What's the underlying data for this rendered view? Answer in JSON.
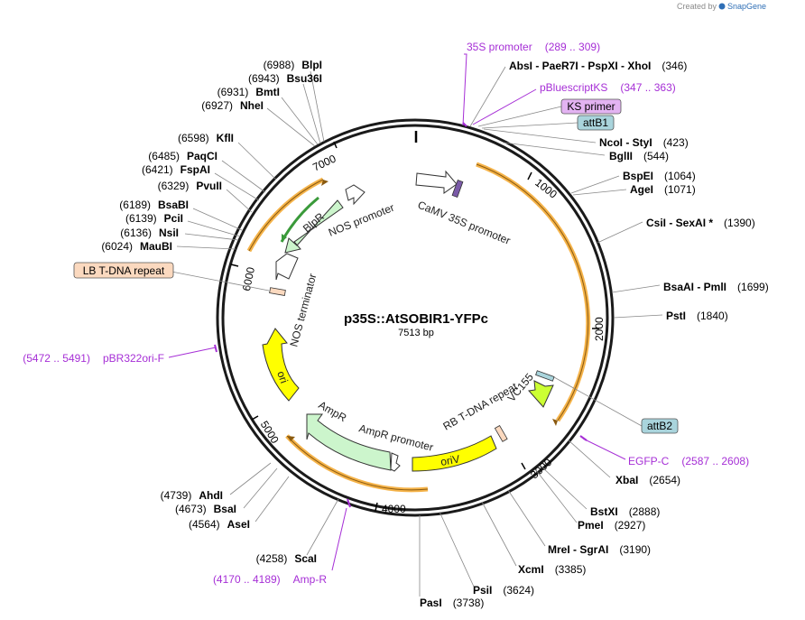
{
  "credit": {
    "prefix": "Created by",
    "brand": "SnapGene"
  },
  "plasmid": {
    "name": "p35S::AtSOBIR1-YFPc",
    "length_label": "7513 bp",
    "length": 7513
  },
  "ticks": [
    "1000",
    "2000",
    "3000",
    "4000",
    "5000",
    "6000",
    "7000"
  ],
  "sites": [
    {
      "pos": "(6988)",
      "name": "BlpI"
    },
    {
      "pos": "(6943)",
      "name": "Bsu36I"
    },
    {
      "pos": "(6931)",
      "name": "BmtI"
    },
    {
      "pos": "(6927)",
      "name": "NheI"
    },
    {
      "pos": "(6598)",
      "name": "KflI"
    },
    {
      "pos": "(6485)",
      "name": "PaqCI"
    },
    {
      "pos": "(6421)",
      "name": "FspAI"
    },
    {
      "pos": "(6329)",
      "name": "PvuII"
    },
    {
      "pos": "(6189)",
      "name": "BsaBI"
    },
    {
      "pos": "(6139)",
      "name": "PciI"
    },
    {
      "pos": "(6136)",
      "name": "NsiI"
    },
    {
      "pos": "(6024)",
      "name": "MauBI"
    },
    {
      "pos": "(4739)",
      "name": "AhdI"
    },
    {
      "pos": "(4673)",
      "name": "BsaI"
    },
    {
      "pos": "(4564)",
      "name": "AseI"
    },
    {
      "pos": "(4258)",
      "name": "ScaI"
    },
    {
      "pos": "(346)",
      "name": "AbsI - PaeR7I - PspXI - XhoI"
    },
    {
      "pos": "(423)",
      "name": "NcoI - StyI"
    },
    {
      "pos": "(544)",
      "name": "BglII"
    },
    {
      "pos": "(1064)",
      "name": "BspEI"
    },
    {
      "pos": "(1071)",
      "name": "AgeI"
    },
    {
      "pos": "(1390)",
      "name": "CsiI - SexAI *"
    },
    {
      "pos": "(1699)",
      "name": "BsaAI - PmlI"
    },
    {
      "pos": "(1840)",
      "name": "PstI"
    },
    {
      "pos": "(2654)",
      "name": "XbaI"
    },
    {
      "pos": "(2888)",
      "name": "BstXI"
    },
    {
      "pos": "(2927)",
      "name": "PmeI"
    },
    {
      "pos": "(3190)",
      "name": "MreI - SgrAI"
    },
    {
      "pos": "(3385)",
      "name": "XcmI"
    },
    {
      "pos": "(3624)",
      "name": "PsiI"
    },
    {
      "pos": "(3738)",
      "name": "PasI"
    }
  ],
  "primers": [
    {
      "name": "35S promoter",
      "range": "(289 .. 309)"
    },
    {
      "name": "pBluescriptKS",
      "range": "(347 .. 363)"
    },
    {
      "name": "EGFP-C",
      "range": "(2587 .. 2608)"
    },
    {
      "name": "pBR322ori-F",
      "range": "(5472 .. 5491)"
    },
    {
      "name": "Amp-R",
      "range": "(4170 .. 4189)"
    }
  ],
  "badges": [
    {
      "label": "KS primer",
      "color": "#e3b3f2"
    },
    {
      "label": "attB1",
      "color": "#a9d4dc"
    },
    {
      "label": "attB2",
      "color": "#a9d4dc"
    },
    {
      "label": "LB T-DNA repeat",
      "color": "#fbd9bf"
    }
  ],
  "features": [
    {
      "label": "CaMV 35S promoter"
    },
    {
      "label": "NOS promoter"
    },
    {
      "label": "BlpR"
    },
    {
      "label": "NOS terminator"
    },
    {
      "label": "ori"
    },
    {
      "label": "AmpR"
    },
    {
      "label": "AmpR promoter"
    },
    {
      "label": "oriV"
    },
    {
      "label": "RB T-DNA repeat"
    },
    {
      "label": "VC155"
    }
  ],
  "colors": {
    "primer": "#a62fd6",
    "ori_yellow": "#ffff00",
    "selection_green": "#ccf5cc",
    "orf_orange": "#f5b349",
    "orf_line": "#8a5a10",
    "attb_blue": "#a9d4dc",
    "lime": "#ccff33"
  }
}
